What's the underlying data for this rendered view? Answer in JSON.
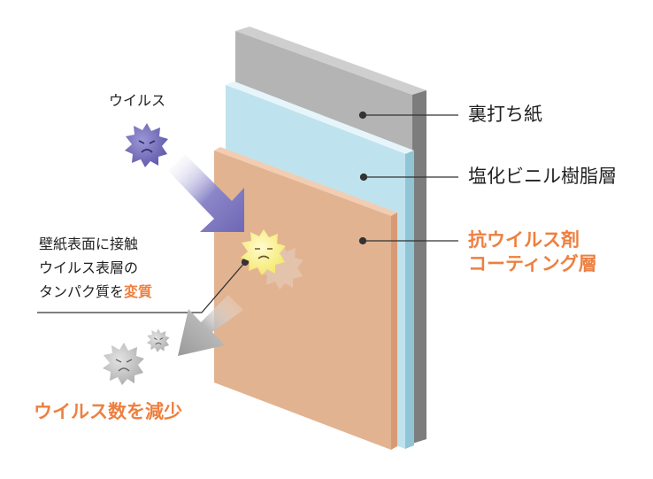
{
  "labels": {
    "virus": "ウイルス",
    "backing_paper": "裏打ち紙",
    "pvc_resin_layer": "塩化ビニル樹脂層",
    "antiviral_coating_line1": "抗ウイルス剤",
    "antiviral_coating_line2": "コーティング層",
    "contact_note_line1": "壁紙表面に接触",
    "contact_note_line2": "ウイルス表層の",
    "contact_note_line3_prefix": "タンパク質を",
    "contact_note_line3_highlight": "変質",
    "result": "ウイルス数を減少"
  },
  "colors": {
    "accent_orange": "#ed8040",
    "paper_gray": "#b4b4b4",
    "pvc_blue": "#bfe3ee",
    "coating_orange": "#e2b391",
    "virus_purple": "#6e67b5",
    "virus_yellow": "#f7ef6a",
    "virus_gray": "#bdbdbd"
  }
}
